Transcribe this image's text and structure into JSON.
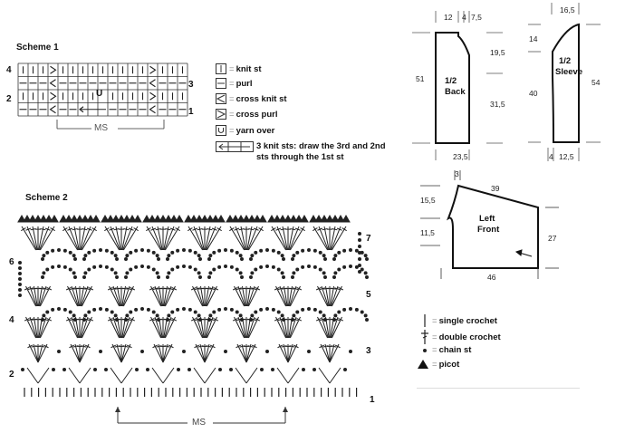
{
  "scheme1": {
    "title": "Scheme 1",
    "row_numbers_left": [
      "4",
      "2"
    ],
    "row_numbers_right": [
      "3",
      "1"
    ],
    "repeat_label": "MS",
    "yarn_over_symbol": "U",
    "legend": [
      {
        "symbol": "knit-st-icon",
        "label": "knit st"
      },
      {
        "symbol": "purl-icon",
        "label": "purl"
      },
      {
        "symbol": "cross-knit-icon",
        "label": "cross knit st"
      },
      {
        "symbol": "cross-purl-icon",
        "label": "cross purl"
      },
      {
        "symbol": "yarn-over-icon",
        "label": "yarn over"
      },
      {
        "symbol": "three-knit-sts-icon",
        "label": "3 knit sts: draw the 3rd and 2nd",
        "label2": "sts through the 1st st"
      }
    ]
  },
  "scheme2": {
    "title": "Scheme 2",
    "row_numbers_left": [
      "6",
      "4",
      "2"
    ],
    "row_numbers_right": [
      "7",
      "5",
      "3",
      "1"
    ],
    "repeat_label": "MS",
    "legend": [
      {
        "symbol": "single-crochet-icon",
        "label": "single crochet"
      },
      {
        "symbol": "double-crochet-icon",
        "label": "double crochet"
      },
      {
        "symbol": "chain-st-icon",
        "label": "chain st"
      },
      {
        "symbol": "picot-icon",
        "label": "picot"
      }
    ]
  },
  "schematics": {
    "back": {
      "label_line1": "1/2",
      "label_line2": "Back",
      "top_12": "12",
      "top_4": "4",
      "top_7_5": "7,5",
      "left_51": "51",
      "right_19_5": "19,5",
      "right_31_5": "31,5",
      "bottom_23_5": "23,5"
    },
    "sleeve": {
      "label_line1": "1/2",
      "label_line2": "Sleeve",
      "top_16_5": "16,5",
      "left_14": "14",
      "left_40": "40",
      "right_54": "54",
      "bottom_4": "4",
      "bottom_12_5": "12,5"
    },
    "front": {
      "label_line1": "Left",
      "label_line2": "Front",
      "top_3": "3",
      "top_39": "39",
      "left_15_5": "15,5",
      "left_11_5": "11,5",
      "right_27": "27",
      "bottom_46": "46"
    }
  }
}
